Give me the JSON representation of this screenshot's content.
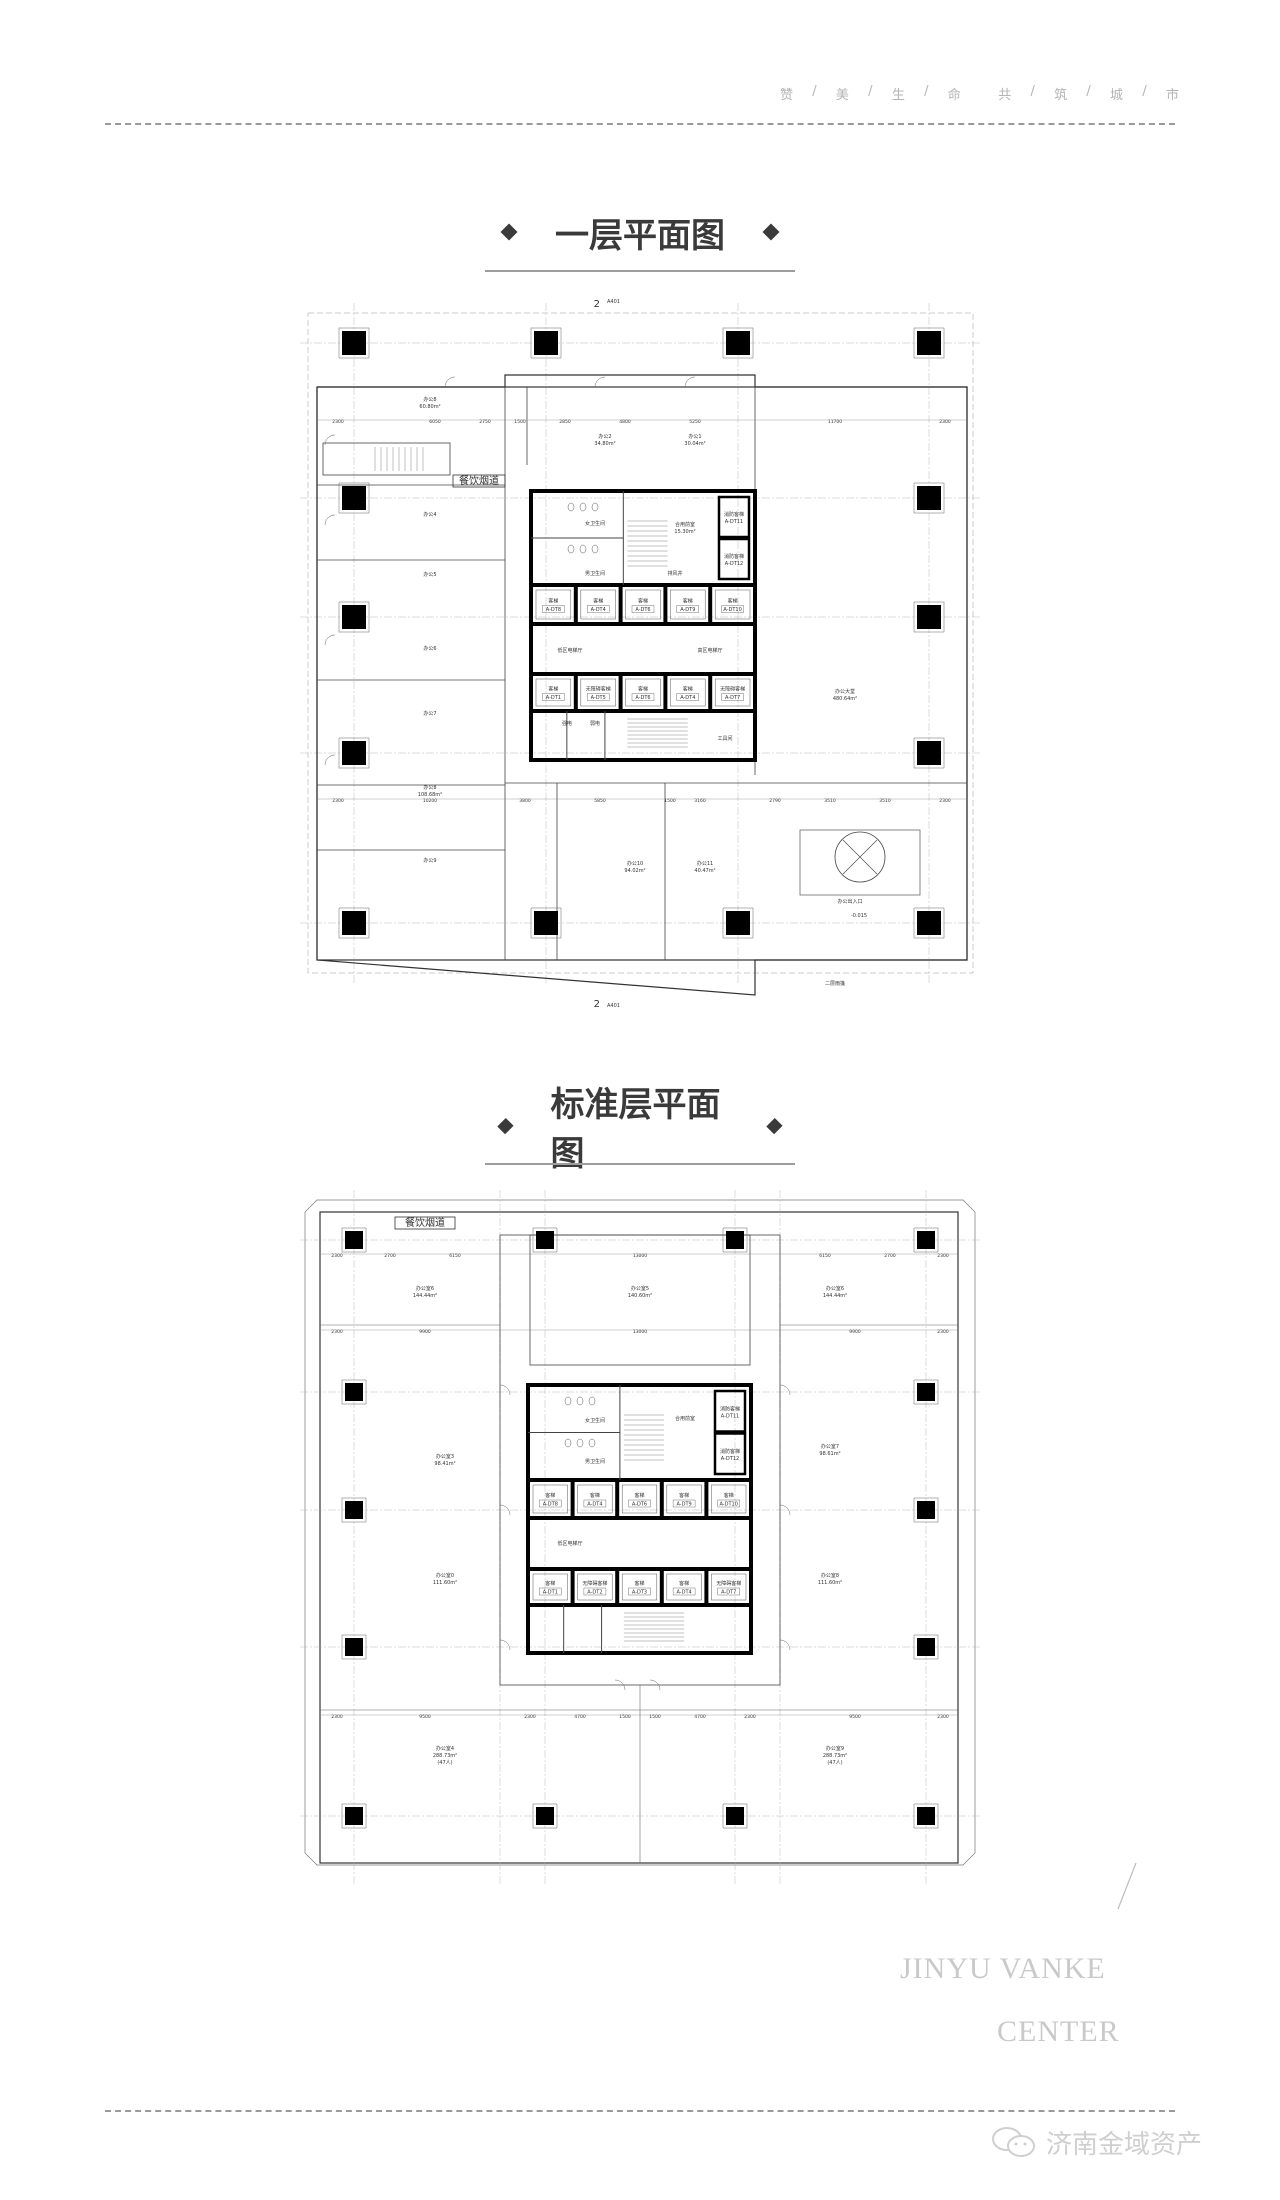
{
  "header": {
    "motto": [
      "赞",
      "/",
      "美",
      "/",
      "生",
      "/",
      "命",
      "",
      "共",
      "/",
      "筑",
      "/",
      "城",
      "/",
      "市"
    ]
  },
  "sections": [
    {
      "title": "一层平面图"
    },
    {
      "title": "标准层平面图"
    }
  ],
  "plan1": {
    "grid_mark": "2",
    "grid_ref": "A401",
    "rooms": [
      "办公8",
      "60.80m²",
      "办公2",
      "34.80m²",
      "办公1",
      "30.04m²",
      "办公4",
      "办公5",
      "办公6",
      "办公7",
      "办公8",
      "108.68m²",
      "办公9",
      "办公10",
      "94.02m²",
      "办公11",
      "40.47m²",
      "办公大堂",
      "480.64m²",
      "低区电梯厅",
      "高区电梯厅",
      "合用前室",
      "15.30m²",
      "女卫生间",
      "男卫生间",
      "餐饮烟道",
      "办公出入口",
      "-0.015",
      "二层雨篷",
      "排风井",
      "工具间",
      "强电",
      "弱电"
    ],
    "dims_top": [
      "2300",
      "6050",
      "2750",
      "1500",
      "2850",
      "4800",
      "5250",
      "11700",
      "2300"
    ],
    "dims_bottom": [
      "2300",
      "10200",
      "3800",
      "5850",
      "1500",
      "3160",
      "2790",
      "3510",
      "3510",
      "2300"
    ],
    "elevators_row1": [
      {
        "type": "客梯",
        "code": "A-DT8"
      },
      {
        "type": "客梯",
        "code": "A-DT4"
      },
      {
        "type": "客梯",
        "code": "A-DT6"
      },
      {
        "type": "客梯",
        "code": "A-DT9"
      },
      {
        "type": "客梯",
        "code": "A-DT10"
      }
    ],
    "elevators_row2": [
      {
        "type": "客梯",
        "code": "A-DT1"
      },
      {
        "type": "无障碍客梯",
        "code": "A-DT5"
      },
      {
        "type": "客梯",
        "code": "A-DT6"
      },
      {
        "type": "客梯",
        "code": "A-DT4"
      },
      {
        "type": "无障碍客梯",
        "code": "A-DT7"
      }
    ],
    "fire_elevators": [
      {
        "type": "消防客梯",
        "code": "A-DT11"
      },
      {
        "type": "消防客梯",
        "code": "A-DT12"
      }
    ]
  },
  "plan2": {
    "rooms": [
      "办公室6",
      "144.44m²",
      "办公室5",
      "140.60m²",
      "办公室6",
      "144.44m²",
      "办公室3",
      "98.41m²",
      "办公室7",
      "98.61m²",
      "办公室0",
      "111.60m²",
      "办公室8",
      "111.60m²",
      "办公室4",
      "288.73m²",
      "(47人)",
      "办公室9",
      "288.73m²",
      "(47人)",
      "低区电梯厅",
      "合用前室",
      "女卫生间",
      "男卫生间",
      "餐饮烟道"
    ],
    "dims_top": [
      "2300",
      "2700",
      "6150",
      "13000",
      "6150",
      "2700",
      "2300"
    ],
    "dims_mid": [
      "2300",
      "9900",
      "13000",
      "9900",
      "2300"
    ],
    "dims_bottom": [
      "2300",
      "9500",
      "2300",
      "4700",
      "1500",
      "1500",
      "4700",
      "2300",
      "9500",
      "2300"
    ],
    "elevators_row1": [
      {
        "type": "客梯",
        "code": "A-DT8"
      },
      {
        "type": "客梯",
        "code": "A-DT4"
      },
      {
        "type": "客梯",
        "code": "A-DT6"
      },
      {
        "type": "客梯",
        "code": "A-DT9"
      },
      {
        "type": "客梯",
        "code": "A-DT10"
      }
    ],
    "elevators_row2": [
      {
        "type": "客梯",
        "code": "A-DT1"
      },
      {
        "type": "无障碍客梯",
        "code": "A-DT2"
      },
      {
        "type": "客梯",
        "code": "A-DT3"
      },
      {
        "type": "客梯",
        "code": "A-DT4"
      },
      {
        "type": "无障碍客梯",
        "code": "A-DT7"
      }
    ],
    "fire_elevators": [
      {
        "type": "消防客梯",
        "code": "A-DT11"
      },
      {
        "type": "消防客梯",
        "code": "A-DT12"
      }
    ]
  },
  "branding": {
    "line1": "JINYU VANKE",
    "line2": "CENTER"
  },
  "watermark": {
    "text": "济南金域资产",
    "icon": "wechat-icon"
  }
}
